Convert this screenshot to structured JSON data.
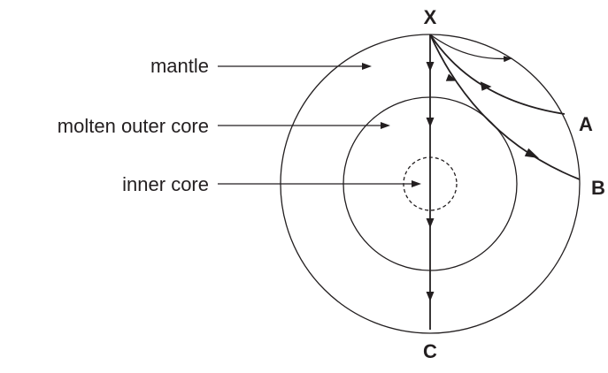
{
  "labels": {
    "mantle": "mantle",
    "outer_core": "molten outer core",
    "inner_core": "inner core"
  },
  "points": {
    "x": "X",
    "a": "A",
    "b": "B",
    "c": "C"
  },
  "colors": {
    "line": "#231f20",
    "background": "#ffffff"
  }
}
